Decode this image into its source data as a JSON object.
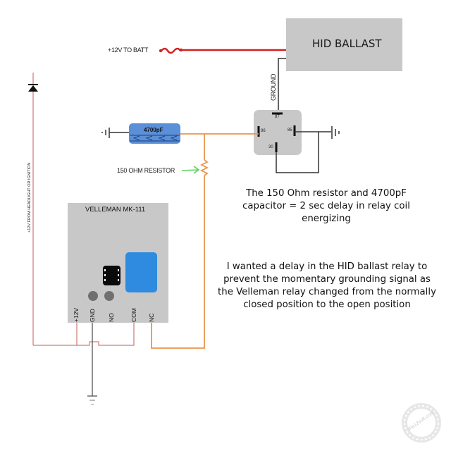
{
  "diagram": {
    "title": "HID ballast delay relay wiring",
    "colors": {
      "battery_wire": "#d42020",
      "signal_wire": "#e8954a",
      "ground_wire": "#333333",
      "thin_red_wire": "#c85a5a",
      "box_gray": "#c8c8c8",
      "capacitor_blue": "#5b8fd8",
      "module_relay_blue": "#2e8be0",
      "arrow_green": "#5fcf5f"
    },
    "ballast": {
      "label": "HID BALLAST"
    },
    "battery": {
      "label": "+12V TO BATT",
      "fuse_icon": "fuse-icon"
    },
    "ground_label": "GROUND",
    "relay": {
      "pins": {
        "p87": "87",
        "p86": "86",
        "p85": "85",
        "p30": "30"
      }
    },
    "capacitor": {
      "label": "4700pF"
    },
    "resistor": {
      "label": "150 OHM RESISTOR"
    },
    "ignition": {
      "label": "+12V FROM HEADLIGHT OR IGNITION"
    },
    "module": {
      "title": "VELLEMAN MK-111",
      "terminals": [
        "+12V",
        "GND",
        "NO",
        "COM",
        "NC"
      ]
    },
    "notes": {
      "delay_note": "The 150 Ohm resistor and 4700pF capacitor = 2 sec delay in relay coil energizing",
      "reason_note": "I wanted a delay in the HID ballast relay to prevent the momentary grounding signal as the Velleman relay changed from the normally closed position to the open position"
    },
    "watermark": "the12volt.com"
  }
}
